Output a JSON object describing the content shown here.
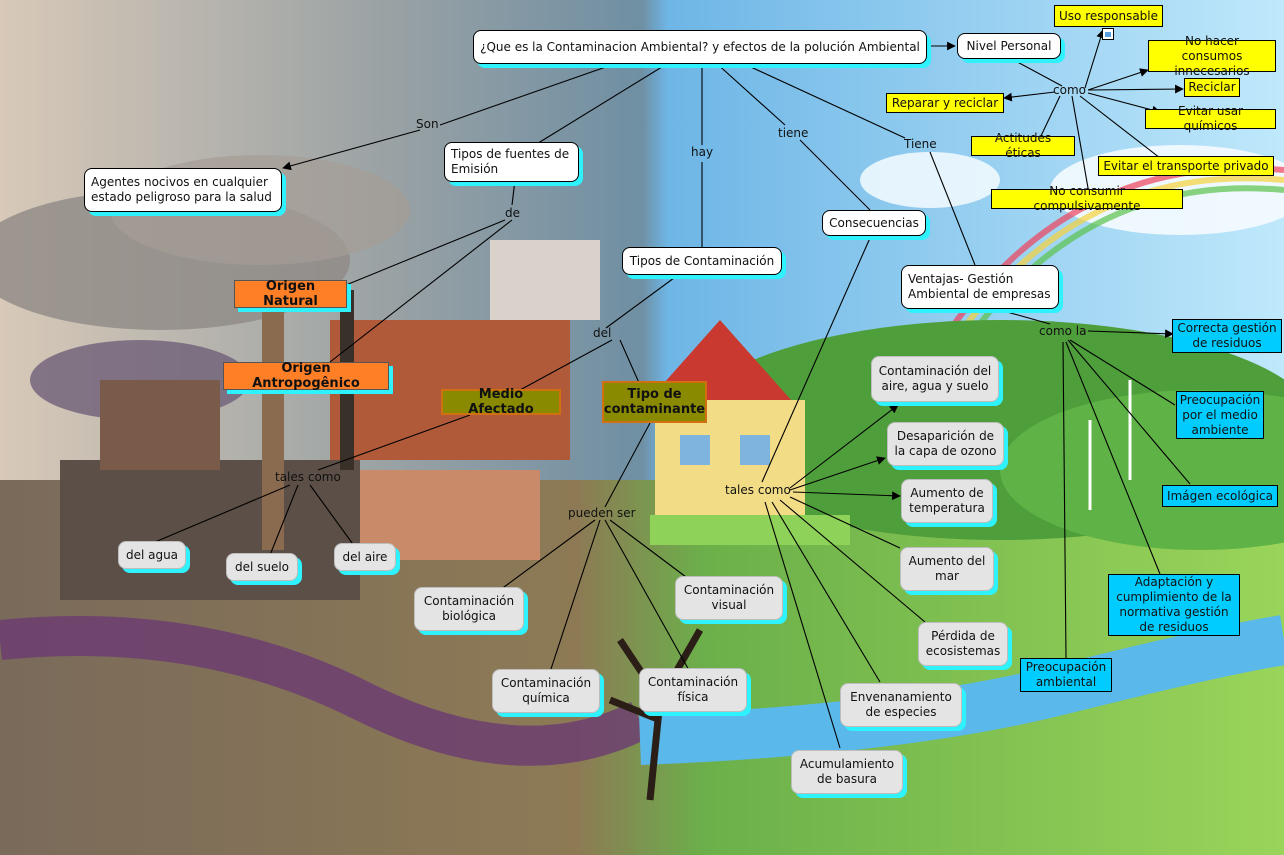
{
  "colors": {
    "shadow": "#2ff2ff",
    "yellow_node": "#ffff00",
    "cyan_node": "#00ccff",
    "orange_node": "#ff7f27",
    "olive_node": "#8a8a00"
  },
  "nodes": {
    "root": "¿Que es la Contaminacion Ambiental? y efectos de la polución Ambiental",
    "nivel_personal": "Nivel Personal",
    "uso_responsable": "Uso responsable",
    "no_hacer_consumos": "No hacer consumos innecesarios",
    "reciclar": "Reciclar",
    "evitar_quimicos": "Evitar usar químicos",
    "evitar_transporte": "Evitar el transporte privado",
    "reparar_reciclar": "Reparar y reciclar",
    "actitudes_eticas": "Actitudes éticas",
    "no_consumir": "No consumir compulsivamente",
    "agentes_nocivos": "Agentes nocivos en cualquier estado peligroso para la salud",
    "tipos_fuentes": "Tipos de fuentes de Emisión",
    "origen_natural": "Origen Natural",
    "origen_antropogenico": "Origen Antropogênico",
    "tipos_contaminacion": "Tipos de Contaminación",
    "medio_afectado": "Medio Afectado",
    "tipo_contaminante": "Tipo de contaminante",
    "del_agua": "del agua",
    "del_suelo": "del suelo",
    "del_aire": "del aire",
    "cont_biologica": "Contaminación biológica",
    "cont_quimica": "Contaminación química",
    "cont_fisica": "Contaminación física",
    "cont_visual": "Contaminación visual",
    "consecuencias": "Consecuencias",
    "cont_aire_agua_suelo": "Contaminación del aire, agua y suelo",
    "desaparicion_ozono": "Desaparición de la capa de ozono",
    "aumento_temperatura": "Aumento de temperatura",
    "aumento_mar": "Aumento del mar",
    "perdida_ecosistemas": "Pérdida de ecosistemas",
    "envenenamiento": "Envenanamiento de especies",
    "acumulamiento": "Acumulamiento de basura",
    "ventajas": "Ventajas- Gestión Ambiental de empresas",
    "correcta_gestion": "Correcta gestión de residuos",
    "preocupacion_medio": "Preocupación por el medio ambiente",
    "imagen_ecologica": "Imágen ecológica",
    "adaptacion": "Adaptación y cumplimiento de la normativa gestión de residuos",
    "preocupacion_ambiental": "Preocupación ambiental"
  },
  "link_labels": {
    "son": "Son",
    "de": "de",
    "hay": "hay",
    "tiene": "tiene",
    "tiene2": "Tiene",
    "como": "como",
    "del": "del",
    "tales_como_1": "tales como",
    "pueden_ser": "pueden ser",
    "tales_como_2": "tales como",
    "como_la": "como la"
  }
}
